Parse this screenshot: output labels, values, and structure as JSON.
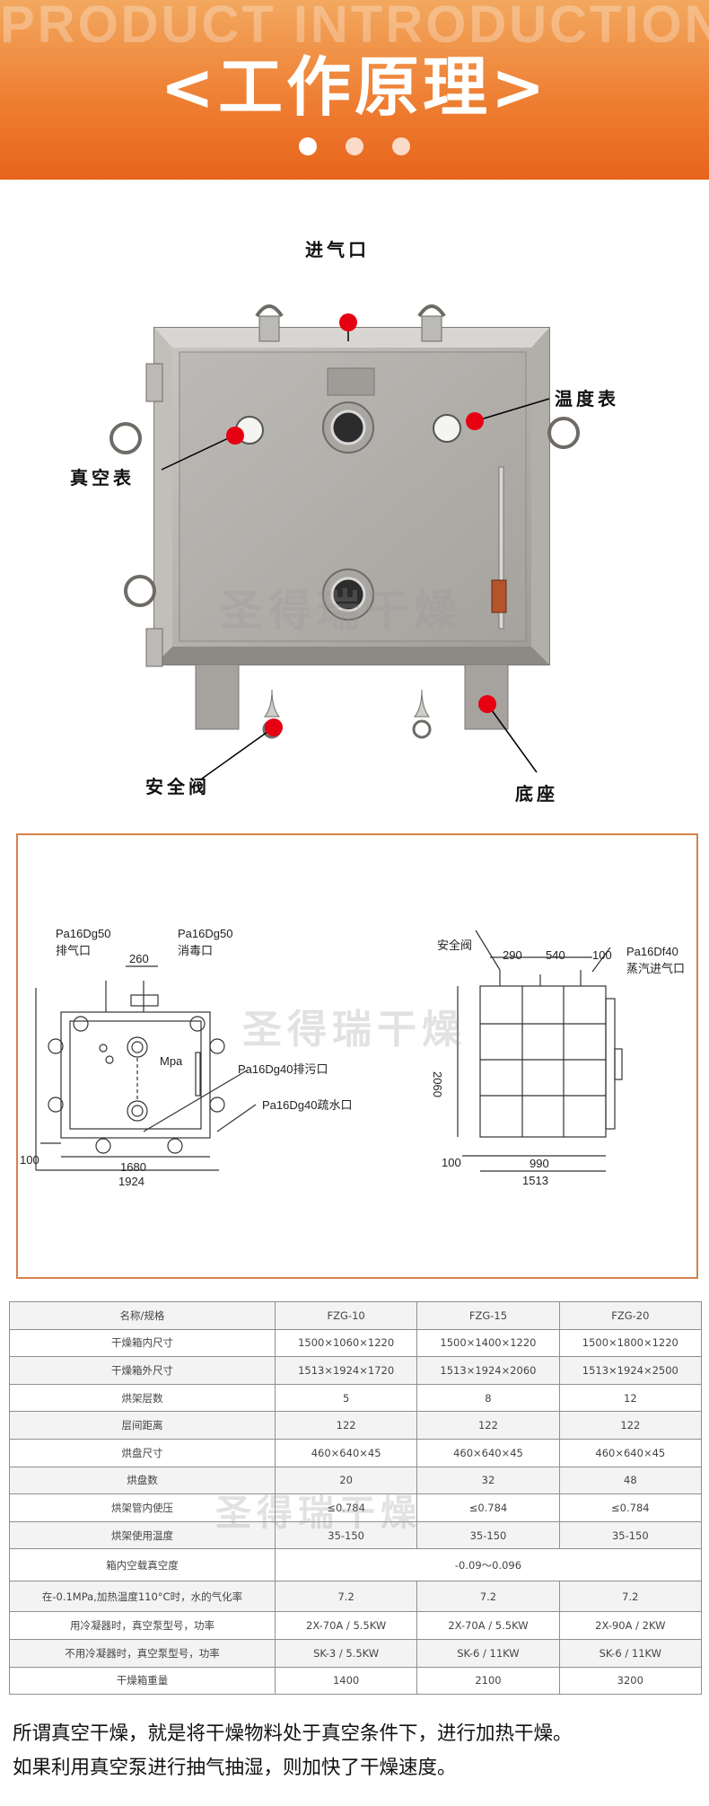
{
  "banner": {
    "english_title": "PRODUCT INTRODUCTION",
    "chinese_title": "<工作原理>",
    "colors": {
      "top": "#f2a85f",
      "bottom": "#e8641c"
    }
  },
  "photo": {
    "watermark": "圣得瑞干燥",
    "labels": {
      "inlet": "进气口",
      "thermometer": "温度表",
      "vacuum_gauge": "真空表",
      "safety_valve": "安全阀",
      "base": "底座"
    },
    "marker_color": "#e60012"
  },
  "drawing": {
    "watermark": "圣得瑞干燥",
    "front": {
      "exhaust_port_spec": "Pa16Dg50",
      "exhaust_port_name": "排气口",
      "disinfect_port_spec": "Pa16Dg50",
      "disinfect_port_name": "消毒口",
      "dim_top": "260",
      "gauge_unit": "Mpa",
      "sewage_port": "Pa16Dg40排污口",
      "drain_port": "Pa16Dg40疏水口",
      "dim_left": "100",
      "dim_inner": "1680",
      "dim_outer": "1924"
    },
    "side": {
      "safety_valve": "安全阀",
      "steam_port_spec": "Pa16Df40",
      "steam_port_name": "蒸汽进气口",
      "dim_a": "290",
      "dim_b": "540",
      "dim_c": "100",
      "dim_height": "2060",
      "dim_bottom_left": "100",
      "dim_inner": "990",
      "dim_outer": "1513"
    }
  },
  "spec_table": {
    "watermark": "圣得瑞干燥",
    "headers": [
      "名称/规格",
      "FZG-10",
      "FZG-15",
      "FZG-20"
    ],
    "rows": [
      [
        "干燥箱内尺寸",
        "1500×1060×1220",
        "1500×1400×1220",
        "1500×1800×1220"
      ],
      [
        "干燥箱外尺寸",
        "1513×1924×1720",
        "1513×1924×2060",
        "1513×1924×2500"
      ],
      [
        "烘架层数",
        "5",
        "8",
        "12"
      ],
      [
        "层间距离",
        "122",
        "122",
        "122"
      ],
      [
        "烘盘尺寸",
        "460×640×45",
        "460×640×45",
        "460×640×45"
      ],
      [
        "烘盘数",
        "20",
        "32",
        "48"
      ],
      [
        "烘架管内使压",
        "≤0.784",
        "≤0.784",
        "≤0.784"
      ],
      [
        "烘架使用温度",
        "35-150",
        "35-150",
        "35-150"
      ],
      [
        "在-0.1MPa,加热温度110°C时，水的气化率",
        "7.2",
        "7.2",
        "7.2"
      ],
      [
        "用冷凝器时，真空泵型号，功率",
        "2X-70A / 5.5KW",
        "2X-70A / 5.5KW",
        "2X-90A / 2KW"
      ],
      [
        "不用冷凝器时，真空泵型号，功率",
        "SK-3 / 5.5KW",
        "SK-6 / 11KW",
        "SK-6 / 11KW"
      ],
      [
        "干燥箱重量",
        "1400",
        "2100",
        "3200"
      ]
    ],
    "vacuum_row": {
      "label": "箱内空载真空度",
      "value": "-0.09～0.096"
    }
  },
  "description": {
    "line1": "所谓真空干燥，就是将干燥物料处于真空条件下，进行加热干燥。",
    "line2": "如果利用真空泵进行抽气抽湿，则加快了干燥速度。"
  }
}
